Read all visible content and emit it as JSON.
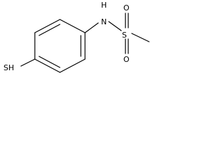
{
  "molecule": {
    "atoms": {
      "thiol": "SH",
      "amine": "N",
      "amine_hydrogen": "H",
      "sulfonyl_sulfur": "S",
      "oxygen_top": "O",
      "oxygen_bottom": "O"
    }
  }
}
